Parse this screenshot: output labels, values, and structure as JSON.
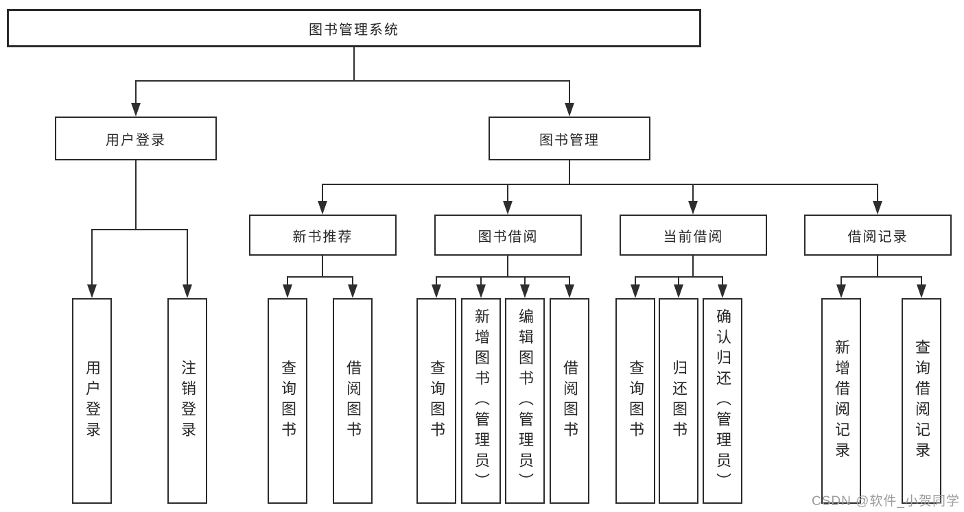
{
  "diagram": {
    "root": {
      "label": "图书管理系统"
    },
    "level2": [
      {
        "label": "用户登录"
      },
      {
        "label": "图书管理"
      }
    ],
    "level3": [
      {
        "label": "新书推荐"
      },
      {
        "label": "图书借阅"
      },
      {
        "label": "当前借阅"
      },
      {
        "label": "借阅记录"
      }
    ],
    "leaves": [
      {
        "label": "用户登录"
      },
      {
        "label": "注销登录"
      },
      {
        "label": "查询图书"
      },
      {
        "label": "借阅图书"
      },
      {
        "label": "查询图书"
      },
      {
        "label": "新增图书（管理员）"
      },
      {
        "label": "编辑图书（管理员）"
      },
      {
        "label": "借阅图书"
      },
      {
        "label": "查询图书"
      },
      {
        "label": "归还图书"
      },
      {
        "label": "确认归还（管理员）"
      },
      {
        "label": "新增借阅记录"
      },
      {
        "label": "查询借阅记录"
      }
    ],
    "watermark": "CSDN @软件_小贺同学",
    "colors": {
      "line": "#2e2e2e",
      "box_border": "#2b2b2b",
      "text": "#262626",
      "watermark": "#9c9c9c",
      "background": "#ffffff"
    }
  }
}
